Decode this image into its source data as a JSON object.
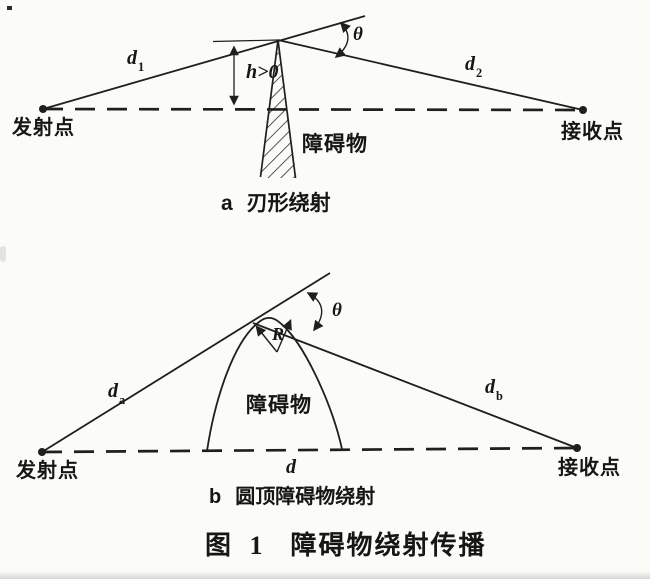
{
  "figure": {
    "caption": {
      "tag": "图 1",
      "text": "障碍物绕射传播"
    },
    "colors": {
      "ink": "#1f1f1f",
      "paper": "#fbfbf8"
    },
    "diagram_a": {
      "caption": {
        "letter": "a",
        "text": "刃形绕射"
      },
      "labels": {
        "transmit_point": "发射点",
        "receive_point": "接收点",
        "d1_base": "d",
        "d1_sub": "1",
        "d2_base": "d",
        "d2_sub": "2",
        "theta": "θ",
        "height_condition": "h>0",
        "obstacle": "障碍物"
      }
    },
    "diagram_b": {
      "caption": {
        "letter": "b",
        "text": "圆顶障碍物绕射"
      },
      "labels": {
        "transmit_point": "发射点",
        "receive_point": "接收点",
        "da_base": "d",
        "da_sub": "a",
        "db_base": "d",
        "db_sub": "b",
        "theta": "θ",
        "radius": "R",
        "obstacle": "障碍物",
        "baseline_distance": "d"
      }
    }
  }
}
